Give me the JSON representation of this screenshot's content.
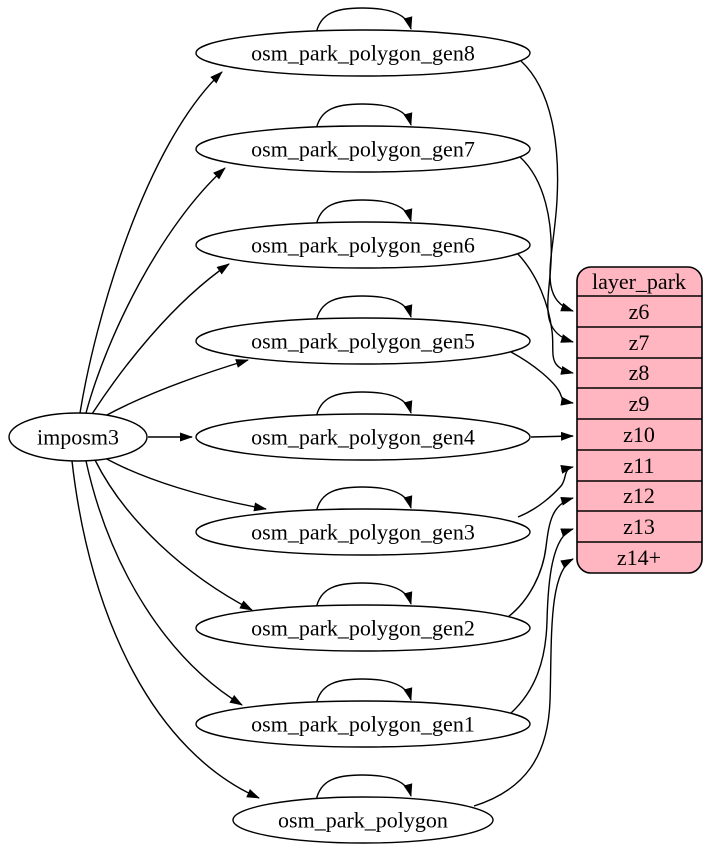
{
  "colors": {
    "background": "#ffffff",
    "node_fill": "#ffffff",
    "stroke": "#000000",
    "record_fill": "#ffb6c1",
    "text": "#000000"
  },
  "source_node": {
    "label": "imposm3"
  },
  "table_nodes": [
    {
      "label": "osm_park_polygon_gen8",
      "self_loop": true,
      "maps_to": "z6"
    },
    {
      "label": "osm_park_polygon_gen7",
      "self_loop": true,
      "maps_to": "z7"
    },
    {
      "label": "osm_park_polygon_gen6",
      "self_loop": true,
      "maps_to": "z8"
    },
    {
      "label": "osm_park_polygon_gen5",
      "self_loop": true,
      "maps_to": "z9"
    },
    {
      "label": "osm_park_polygon_gen4",
      "self_loop": true,
      "maps_to": "z10"
    },
    {
      "label": "osm_park_polygon_gen3",
      "self_loop": true,
      "maps_to": "z11"
    },
    {
      "label": "osm_park_polygon_gen2",
      "self_loop": true,
      "maps_to": "z12"
    },
    {
      "label": "osm_park_polygon_gen1",
      "self_loop": true,
      "maps_to": "z13"
    },
    {
      "label": "osm_park_polygon",
      "self_loop": true,
      "maps_to": "z14+"
    }
  ],
  "record_node": {
    "title": "layer_park",
    "rows": [
      "z6",
      "z7",
      "z8",
      "z9",
      "z10",
      "z11",
      "z12",
      "z13",
      "z14+"
    ]
  }
}
